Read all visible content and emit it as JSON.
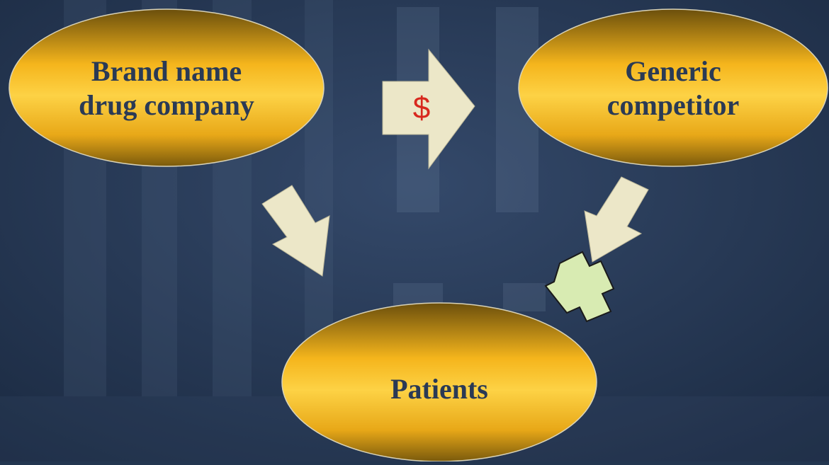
{
  "nodes": {
    "brand": {
      "line1": "Brand name",
      "line2": "drug company"
    },
    "generic": {
      "line1": "Generic",
      "line2": "competitor"
    },
    "patients": {
      "label": "Patients"
    }
  },
  "arrows": {
    "payment_symbol": "$"
  },
  "colors": {
    "background": "#233650",
    "ellipse_light": "#fdd245",
    "ellipse_mid": "#f5b51c",
    "ellipse_dark": "#7a5a0c",
    "arrow_fill": "#ece7c8",
    "plus_fill": "#d8ebb2",
    "text": "#2a3a55",
    "dollar": "#d8281e"
  },
  "icons": [
    "right-arrow-icon",
    "down-right-arrow-icon",
    "down-left-arrow-icon",
    "plus-icon"
  ]
}
